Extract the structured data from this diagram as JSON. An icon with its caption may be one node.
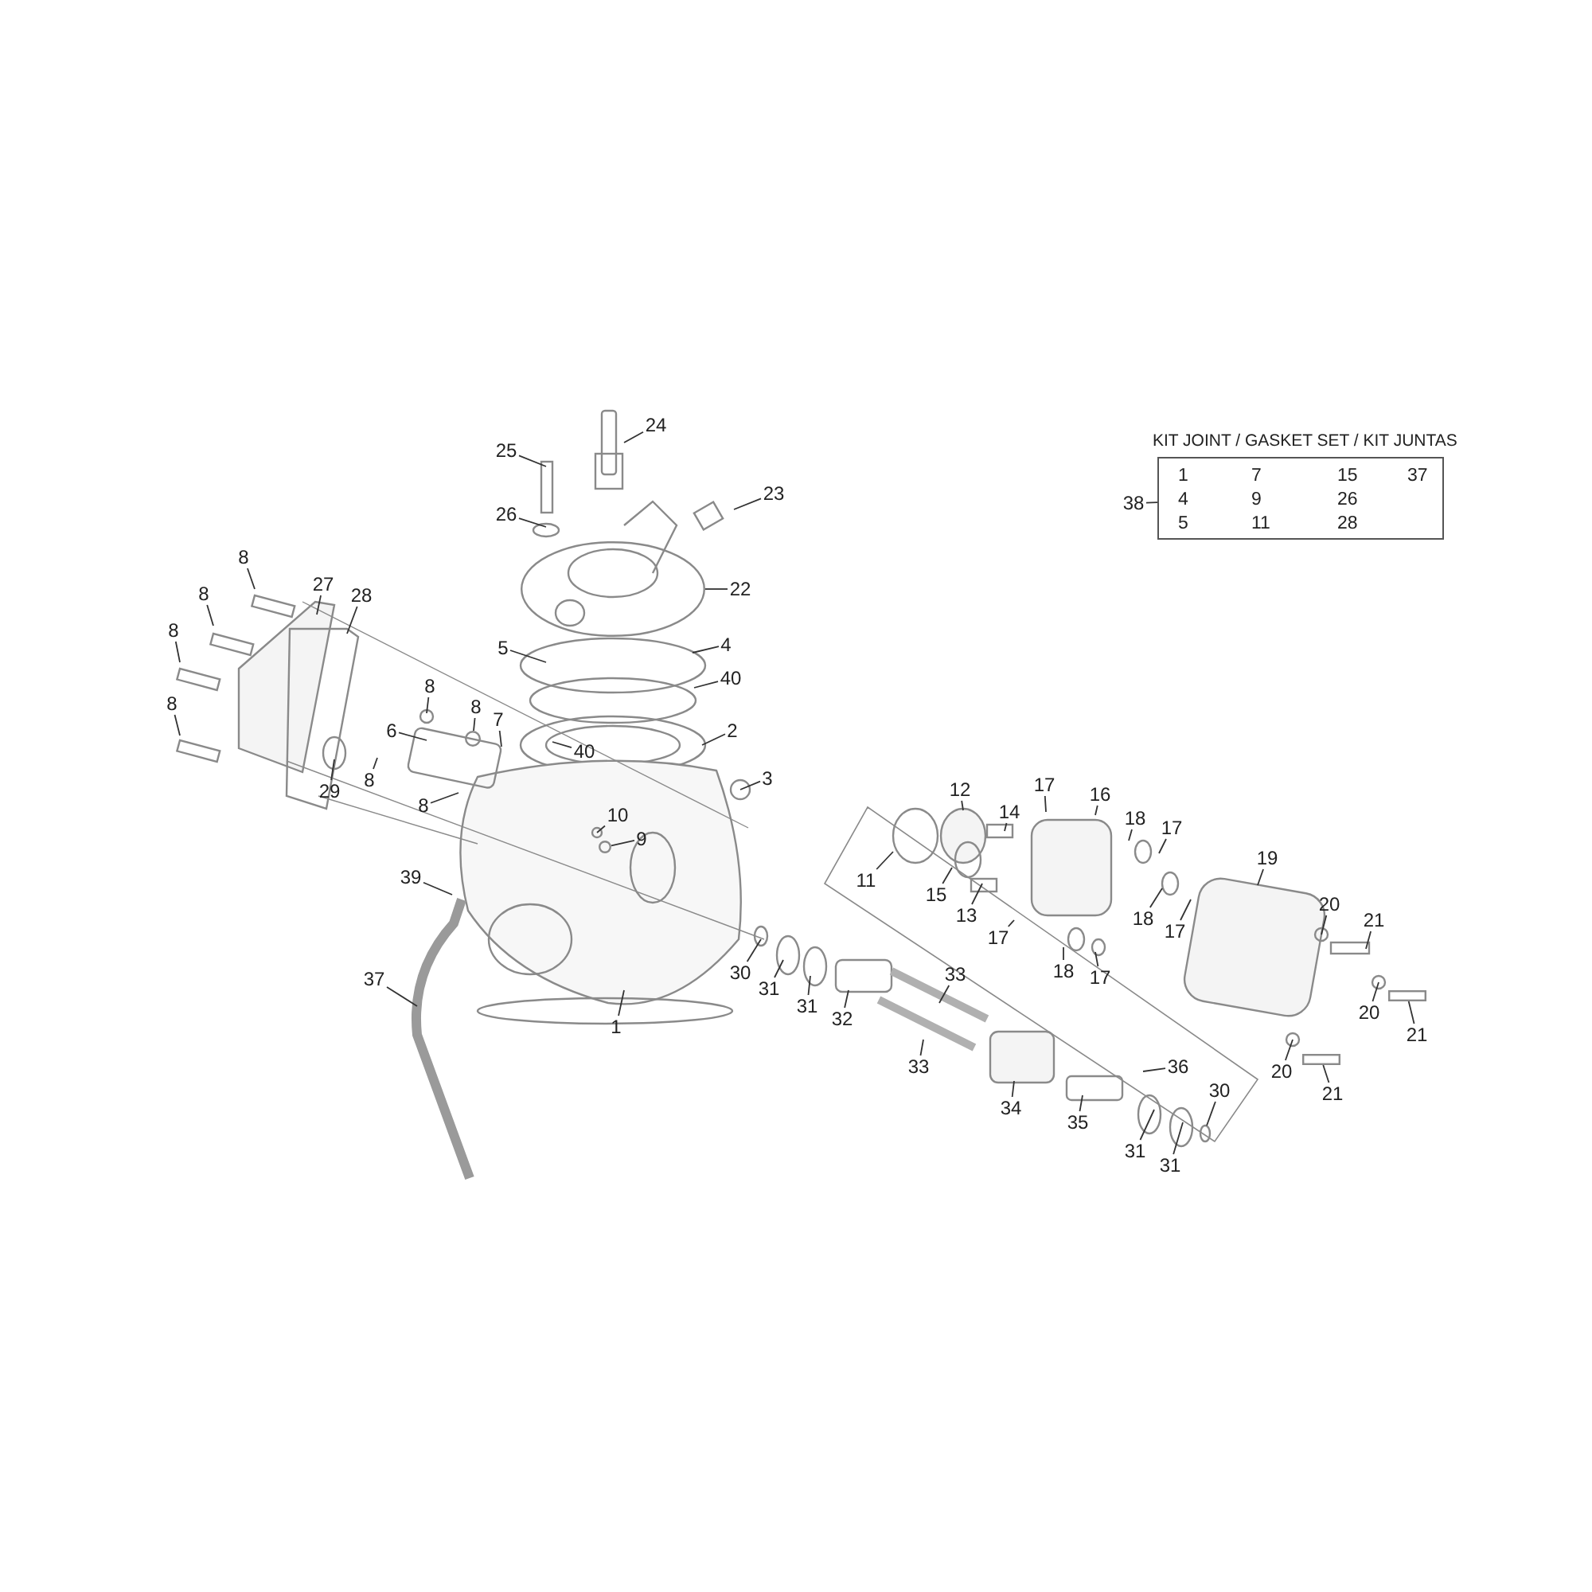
{
  "diagram": {
    "nodes": [
      {
        "text": [
          "KIT JOINT / GASKET SET / KIT JUNTAS",
          "1",
          "7",
          "15",
          "37",
          "4",
          "9",
          "26",
          "5",
          "11",
          "28"
        ]
      },
      {
        "text": [
          "38"
        ]
      },
      {
        "text": [
          "25"
        ]
      },
      {
        "text": [
          "24"
        ]
      },
      {
        "text": [
          "23"
        ]
      },
      {
        "text": [
          "26"
        ]
      },
      {
        "text": [
          "8"
        ]
      },
      {
        "text": [
          "27"
        ]
      },
      {
        "text": [
          "22"
        ]
      },
      {
        "text": [
          "28"
        ]
      },
      {
        "text": [
          "8"
        ]
      },
      {
        "text": [
          "8"
        ]
      },
      {
        "text": [
          "5"
        ]
      },
      {
        "text": [
          "4"
        ]
      },
      {
        "text": [
          "40"
        ]
      },
      {
        "text": [
          "8"
        ]
      },
      {
        "text": [
          "8"
        ]
      },
      {
        "text": [
          "8"
        ]
      },
      {
        "text": [
          "7"
        ]
      },
      {
        "text": [
          "6"
        ]
      },
      {
        "text": [
          "2"
        ]
      },
      {
        "text": [
          "40"
        ]
      },
      {
        "text": [
          "3"
        ]
      },
      {
        "text": [
          "8"
        ]
      },
      {
        "text": [
          "12"
        ]
      },
      {
        "text": [
          "17"
        ]
      },
      {
        "text": [
          "16"
        ]
      },
      {
        "text": [
          "29"
        ]
      },
      {
        "text": [
          "8"
        ]
      },
      {
        "text": [
          "14"
        ]
      },
      {
        "text": [
          "18"
        ]
      },
      {
        "text": [
          "10"
        ]
      },
      {
        "text": [
          "17"
        ]
      },
      {
        "text": [
          "9"
        ]
      },
      {
        "text": [
          "19"
        ]
      },
      {
        "text": [
          "11"
        ]
      },
      {
        "text": [
          "39"
        ]
      },
      {
        "text": [
          "15"
        ]
      },
      {
        "text": [
          "13"
        ]
      },
      {
        "text": [
          "20"
        ]
      },
      {
        "text": [
          "18"
        ]
      },
      {
        "text": [
          "21"
        ]
      },
      {
        "text": [
          "17"
        ]
      },
      {
        "text": [
          "17"
        ]
      },
      {
        "text": [
          "18"
        ]
      },
      {
        "text": [
          "30"
        ]
      },
      {
        "text": [
          "33"
        ]
      },
      {
        "text": [
          "17"
        ]
      },
      {
        "text": [
          "37"
        ]
      },
      {
        "text": [
          "31"
        ]
      },
      {
        "text": [
          "31"
        ]
      },
      {
        "text": [
          "20"
        ]
      },
      {
        "text": [
          "32"
        ]
      },
      {
        "text": [
          "1"
        ]
      },
      {
        "text": [
          "21"
        ]
      },
      {
        "text": [
          "33"
        ]
      },
      {
        "text": [
          "36"
        ]
      },
      {
        "text": [
          "20"
        ]
      },
      {
        "text": [
          "21"
        ]
      },
      {
        "text": [
          "30"
        ]
      },
      {
        "text": [
          "34"
        ]
      },
      {
        "text": [
          "35"
        ]
      },
      {
        "text": [
          "31"
        ]
      },
      {
        "text": [
          "31"
        ]
      },
      {
        "text": [],
        "shape": "picture"
      },
      {
        "text": [],
        "shape": "circle"
      },
      {
        "text": [],
        "shape": "circle"
      },
      {
        "text": [],
        "shape": "bar"
      },
      {
        "text": [],
        "shape": "bar"
      }
    ],
    "edges": [
      {
        "from": 1,
        "to": 0,
        "arrow": "none"
      },
      {
        "from": 2,
        "to": null,
        "arrow": "none"
      },
      {
        "from": 3,
        "to": null,
        "arrow": "none"
      },
      {
        "from": 4,
        "to": null,
        "arrow": "none"
      },
      {
        "from": 5,
        "to": null,
        "arrow": "none"
      },
      {
        "from": 6,
        "to": null,
        "arrow": "none"
      },
      {
        "from": 7,
        "to": null,
        "arrow": "none"
      },
      {
        "from": 8,
        "to": 64,
        "arrow": "none"
      },
      {
        "from": 9,
        "to": null,
        "arrow": "none"
      },
      {
        "from": 10,
        "to": null,
        "arrow": "none"
      },
      {
        "from": 11,
        "to": null,
        "arrow": "none"
      },
      {
        "from": 12,
        "to": null,
        "arrow": "none"
      },
      {
        "from": 13,
        "to": null,
        "arrow": "none"
      },
      {
        "from": 14,
        "to": null,
        "arrow": "none"
      },
      {
        "from": 15,
        "to": null,
        "arrow": "none"
      },
      {
        "from": 16,
        "to": null,
        "arrow": "none"
      },
      {
        "from": 17,
        "to": 65,
        "arrow": "none"
      },
      {
        "from": 18,
        "to": null,
        "arrow": "none"
      },
      {
        "from": 19,
        "to": null,
        "arrow": "none"
      },
      {
        "from": 20,
        "to": null,
        "arrow": "none"
      },
      {
        "from": 21,
        "to": null,
        "arrow": "none"
      },
      {
        "from": 22,
        "to": null,
        "arrow": "none"
      },
      {
        "from": 23,
        "to": null,
        "arrow": "none"
      },
      {
        "from": 24,
        "to": null,
        "arrow": "none"
      },
      {
        "from": 25,
        "to": null,
        "arrow": "none"
      },
      {
        "from": 26,
        "to": null,
        "arrow": "none"
      },
      {
        "from": 27,
        "to": null,
        "arrow": "none"
      },
      {
        "from": 28,
        "to": null,
        "arrow": "none"
      },
      {
        "from": 29,
        "to": null,
        "arrow": "none"
      },
      {
        "from": 30,
        "to": null,
        "arrow": "none"
      },
      {
        "from": 31,
        "to": null,
        "arrow": "none"
      },
      {
        "from": 32,
        "to": null,
        "arrow": "none"
      },
      {
        "from": 33,
        "to": 66,
        "arrow": "none"
      },
      {
        "from": 34,
        "to": null,
        "arrow": "none"
      },
      {
        "from": 35,
        "to": null,
        "arrow": "none"
      },
      {
        "from": 36,
        "to": null,
        "arrow": "none"
      },
      {
        "from": 37,
        "to": null,
        "arrow": "none"
      },
      {
        "from": 38,
        "to": null,
        "arrow": "none"
      },
      {
        "from": 39,
        "to": null,
        "arrow": "none"
      },
      {
        "from": 40,
        "to": null,
        "arrow": "none"
      },
      {
        "from": 41,
        "to": null,
        "arrow": "none"
      },
      {
        "from": 42,
        "to": null,
        "arrow": "none"
      },
      {
        "from": 43,
        "to": null,
        "arrow": "none"
      },
      {
        "from": 44,
        "to": null,
        "arrow": "none"
      },
      {
        "from": 45,
        "to": null,
        "arrow": "none"
      },
      {
        "from": 46,
        "to": null,
        "arrow": "none"
      },
      {
        "from": 47,
        "to": null,
        "arrow": "none"
      },
      {
        "from": 48,
        "to": null,
        "arrow": "none"
      },
      {
        "from": 49,
        "to": null,
        "arrow": "none"
      },
      {
        "from": 50,
        "to": null,
        "arrow": "none"
      },
      {
        "from": 51,
        "to": null,
        "arrow": "none"
      },
      {
        "from": 52,
        "to": null,
        "arrow": "none"
      },
      {
        "from": 53,
        "to": null,
        "arrow": "none"
      },
      {
        "from": 54,
        "to": 68,
        "arrow": "none"
      },
      {
        "from": 55,
        "to": null,
        "arrow": "none"
      },
      {
        "from": 56,
        "to": null,
        "arrow": "none"
      },
      {
        "from": 57,
        "to": null,
        "arrow": "none"
      },
      {
        "from": 58,
        "to": 67,
        "arrow": "none"
      },
      {
        "from": 59,
        "to": null,
        "arrow": "none"
      },
      {
        "from": 60,
        "to": null,
        "arrow": "none"
      },
      {
        "from": 61,
        "to": null,
        "arrow": "none"
      },
      {
        "from": 62,
        "to": null,
        "arrow": "none"
      },
      {
        "from": 63,
        "to": null,
        "arrow": "none"
      }
    ]
  }
}
